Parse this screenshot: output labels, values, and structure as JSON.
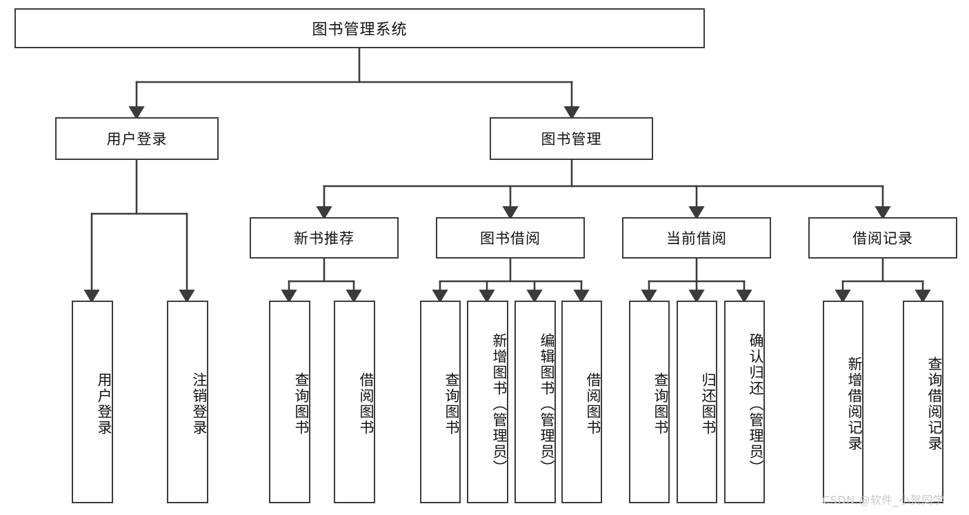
{
  "diagram": {
    "title": "图书管理系统",
    "type": "hierarchy-tree",
    "root": {
      "label": "图书管理系统"
    },
    "level2": [
      {
        "label": "用户登录"
      },
      {
        "label": "图书管理"
      }
    ],
    "level3": [
      {
        "label": "新书推荐"
      },
      {
        "label": "图书借阅"
      },
      {
        "label": "当前借阅"
      },
      {
        "label": "借阅记录"
      }
    ],
    "leaves": {
      "user_login": [
        {
          "label": "用户登录"
        },
        {
          "label": "注销登录"
        }
      ],
      "new_book_recommend": [
        {
          "label": "查询图书"
        },
        {
          "label": "借阅图书"
        }
      ],
      "book_borrow": [
        {
          "label": "查询图书"
        },
        {
          "label": "新增图书（管理员）"
        },
        {
          "label": "编辑图书（管理员）"
        },
        {
          "label": "借阅图书"
        }
      ],
      "current_borrow": [
        {
          "label": "查询图书"
        },
        {
          "label": "归还图书"
        },
        {
          "label": "确认归还（管理员）"
        }
      ],
      "borrow_record": [
        {
          "label": "新增借阅记录"
        },
        {
          "label": "查询借阅记录"
        }
      ]
    }
  },
  "watermark": {
    "text": "CSDN @软件_小贺同学"
  },
  "colors": {
    "border": "#3b3b3b",
    "text": "#111111",
    "background": "#ffffff",
    "watermark": "#c9c9c9"
  }
}
